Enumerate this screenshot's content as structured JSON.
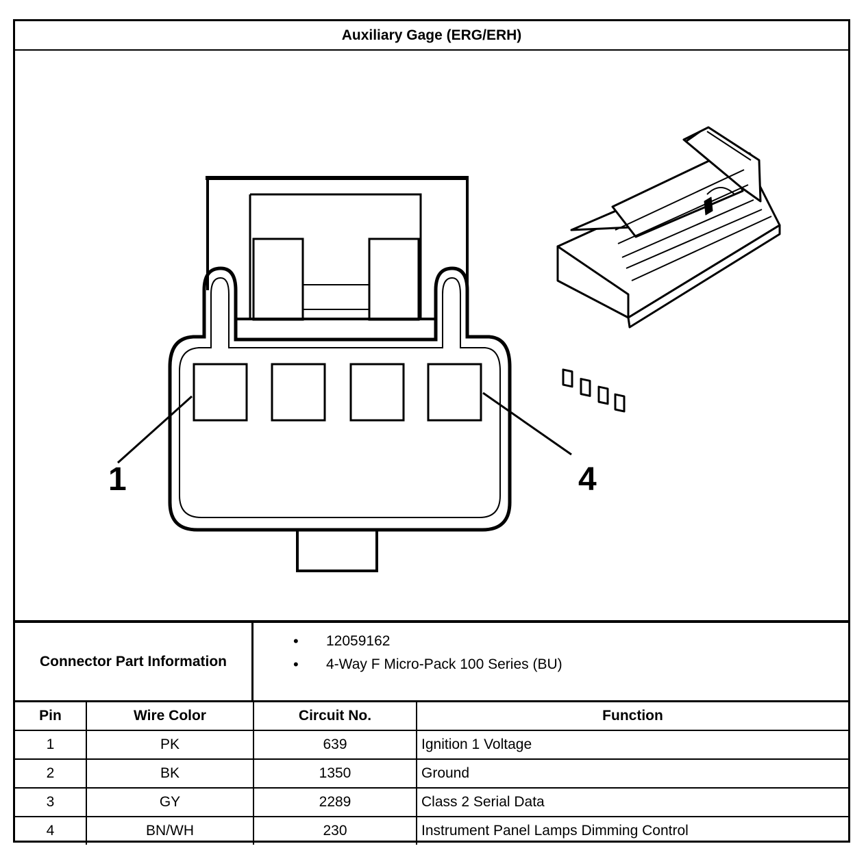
{
  "title": "Auxiliary Gage (ERG/ERH)",
  "diagram": {
    "pin_label_left": "1",
    "pin_label_right": "4"
  },
  "connector_info": {
    "label": "Connector Part Information",
    "items": [
      "12059162",
      "4-Way F Micro-Pack 100 Series (BU)"
    ]
  },
  "table": {
    "headers": {
      "pin": "Pin",
      "wire_color": "Wire Color",
      "circuit": "Circuit No.",
      "function": "Function"
    },
    "rows": [
      {
        "pin": "1",
        "wire_color": "PK",
        "circuit": "639",
        "function": "Ignition 1 Voltage"
      },
      {
        "pin": "2",
        "wire_color": "BK",
        "circuit": "1350",
        "function": "Ground"
      },
      {
        "pin": "3",
        "wire_color": "GY",
        "circuit": "2289",
        "function": "Class 2 Serial Data"
      },
      {
        "pin": "4",
        "wire_color": "BN/WH",
        "circuit": "230",
        "function": "Instrument Panel Lamps Dimming Control"
      }
    ]
  }
}
